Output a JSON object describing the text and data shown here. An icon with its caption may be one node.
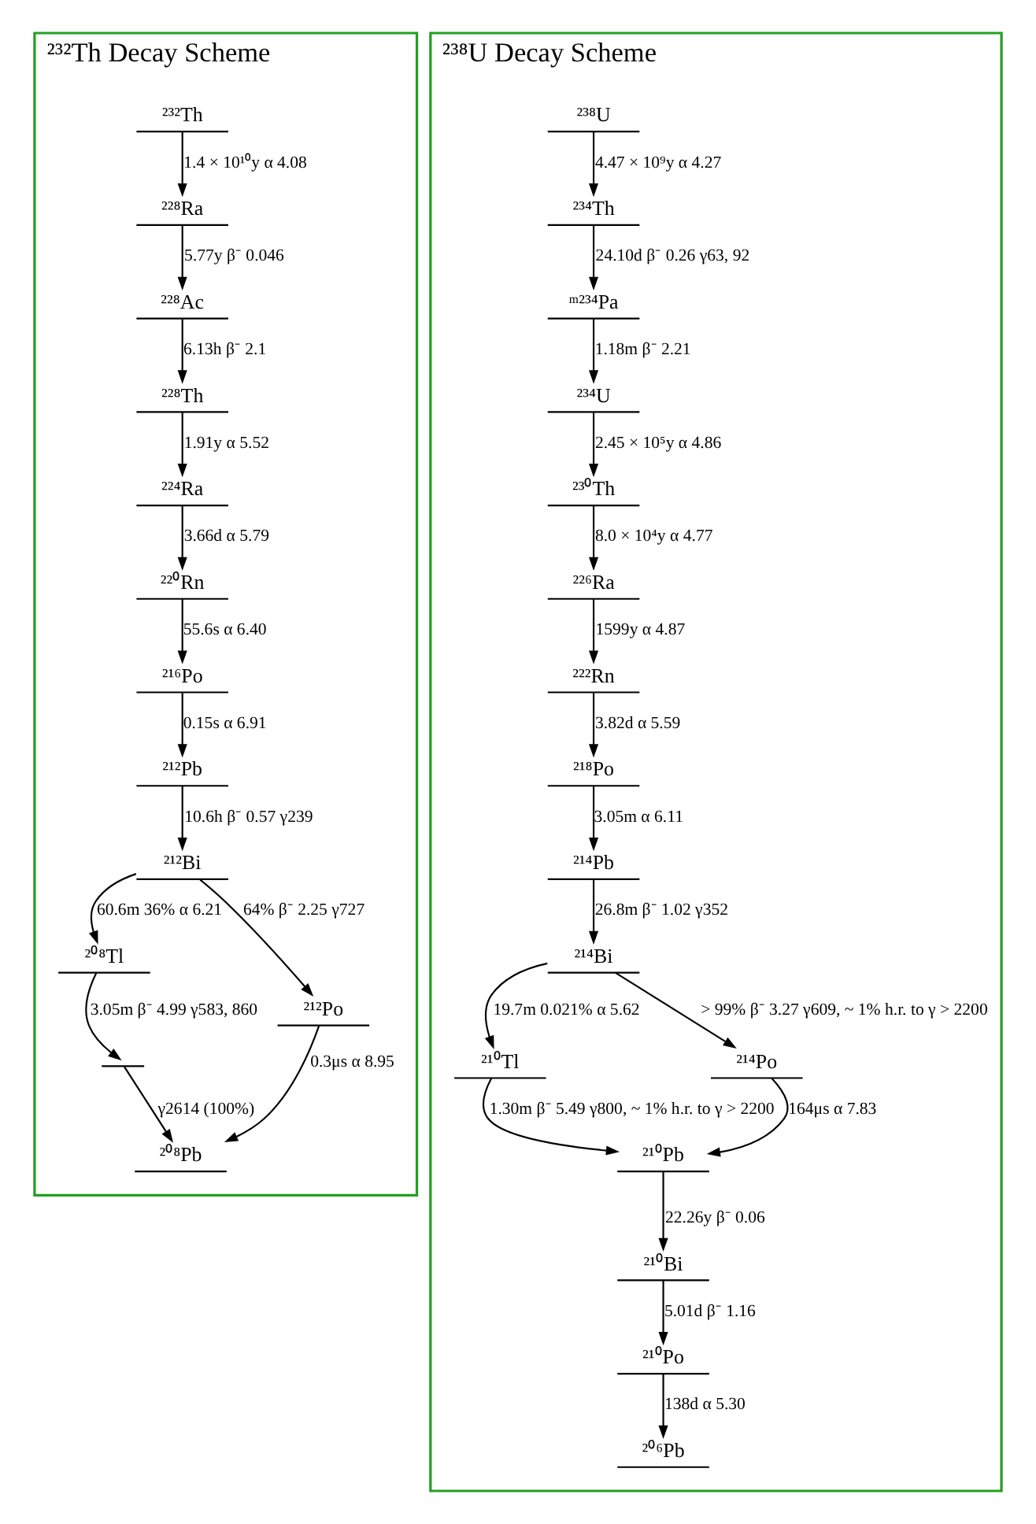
{
  "diagram": {
    "nodes": [
      {
        "text": [
          "²³²Th Decay Scheme"
        ]
      },
      {
        "text": [
          "²³²Th"
        ],
        "in": 0
      },
      {
        "text": [
          "²²⁸Ra"
        ],
        "in": 0
      },
      {
        "text": [
          "²²⁸Ac"
        ],
        "in": 0
      },
      {
        "text": [
          "²²⁸Th"
        ],
        "in": 0
      },
      {
        "text": [
          "²²⁴Ra"
        ],
        "in": 0
      },
      {
        "text": [
          "²²⁰Rn"
        ],
        "in": 0
      },
      {
        "text": [
          "²¹⁶Po"
        ],
        "in": 0
      },
      {
        "text": [
          "²¹²Pb"
        ],
        "in": 0
      },
      {
        "text": [
          "²¹²Bi"
        ],
        "in": 0
      },
      {
        "text": [
          "²⁰⁸Tl"
        ],
        "in": 0
      },
      {
        "text": [
          "²¹²Po"
        ],
        "in": 0
      },
      {
        "text": [],
        "shape": "bar",
        "in": 0
      },
      {
        "text": [
          "²⁰⁸Pb"
        ],
        "in": 0
      },
      {
        "text": [
          "²³⁸U Decay Scheme"
        ]
      },
      {
        "text": [
          "²³⁸U"
        ],
        "in": 14
      },
      {
        "text": [
          "²³⁴Th"
        ],
        "in": 14
      },
      {
        "text": [
          "ᵐ²³⁴Pa"
        ],
        "in": 14
      },
      {
        "text": [
          "²³⁴U"
        ],
        "in": 14
      },
      {
        "text": [
          "²³⁰Th"
        ],
        "in": 14
      },
      {
        "text": [
          "²²⁶Ra"
        ],
        "in": 14
      },
      {
        "text": [
          "²²²Rn"
        ],
        "in": 14
      },
      {
        "text": [
          "²¹⁸Po"
        ],
        "in": 14
      },
      {
        "text": [
          "²¹⁴Pb"
        ],
        "in": 14
      },
      {
        "text": [
          "²¹⁴Bi"
        ],
        "in": 14
      },
      {
        "text": [
          "²¹⁰Tl"
        ],
        "in": 14
      },
      {
        "text": [
          "²¹⁴Po"
        ],
        "in": 14
      },
      {
        "text": [
          "²¹⁰Pb"
        ],
        "in": 14
      },
      {
        "text": [
          "²¹⁰Bi"
        ],
        "in": 14
      },
      {
        "text": [
          "²¹⁰Po"
        ],
        "in": 14
      },
      {
        "text": [
          "²⁰⁶Pb"
        ],
        "in": 14
      }
    ],
    "edges": [
      {
        "from": 1,
        "to": 2,
        "arrow": "to",
        "label": "1.4 × 10¹⁰y α 4.08"
      },
      {
        "from": 2,
        "to": 3,
        "arrow": "to",
        "label": "5.77y β⁻ 0.046"
      },
      {
        "from": 3,
        "to": 4,
        "arrow": "to",
        "label": "6.13h β⁻ 2.1"
      },
      {
        "from": 4,
        "to": 5,
        "arrow": "to",
        "label": "1.91y α 5.52"
      },
      {
        "from": 5,
        "to": 6,
        "arrow": "to",
        "label": "3.66d α 5.79"
      },
      {
        "from": 6,
        "to": 7,
        "arrow": "to",
        "label": "55.6s α 6.40"
      },
      {
        "from": 7,
        "to": 8,
        "arrow": "to",
        "label": "0.15s α 6.91"
      },
      {
        "from": 8,
        "to": 9,
        "arrow": "to",
        "label": "10.6h β⁻ 0.57 γ239"
      },
      {
        "from": 9,
        "to": 10,
        "arrow": "to",
        "label": "60.6m 36% α 6.21"
      },
      {
        "from": 9,
        "to": 11,
        "arrow": "to",
        "label": "64% β⁻ 2.25 γ727"
      },
      {
        "from": 10,
        "to": 12,
        "arrow": "to",
        "label": "3.05m β⁻ 4.99 γ583, 860"
      },
      {
        "from": 12,
        "to": 13,
        "arrow": "to",
        "label": "γ2614 (100%)"
      },
      {
        "from": 11,
        "to": 13,
        "arrow": "to",
        "label": "0.3μs α 8.95"
      },
      {
        "from": 15,
        "to": 16,
        "arrow": "to",
        "label": "4.47 × 10⁹y α 4.27"
      },
      {
        "from": 16,
        "to": 17,
        "arrow": "to",
        "label": "24.10d β⁻ 0.26 γ63, 92"
      },
      {
        "from": 17,
        "to": 18,
        "arrow": "to",
        "label": "1.18m β⁻ 2.21"
      },
      {
        "from": 18,
        "to": 19,
        "arrow": "to",
        "label": "2.45 × 10⁵y α 4.86"
      },
      {
        "from": 19,
        "to": 20,
        "arrow": "to",
        "label": "8.0 × 10⁴y α 4.77"
      },
      {
        "from": 20,
        "to": 21,
        "arrow": "to",
        "label": "1599y α 4.87"
      },
      {
        "from": 21,
        "to": 22,
        "arrow": "to",
        "label": "3.82d α 5.59"
      },
      {
        "from": 22,
        "to": 23,
        "arrow": "to",
        "label": "3.05m α 6.11"
      },
      {
        "from": 23,
        "to": 24,
        "arrow": "to",
        "label": "26.8m β⁻ 1.02 γ352"
      },
      {
        "from": 24,
        "to": 25,
        "arrow": "to",
        "label": "19.7m 0.021% α 5.62"
      },
      {
        "from": 24,
        "to": 26,
        "arrow": "to",
        "label": "> 99% β⁻ 3.27 γ609, ~ 1% h.r. to γ > 2200"
      },
      {
        "from": 25,
        "to": 27,
        "arrow": "to",
        "label": "1.30m β⁻ 5.49 γ800, ~ 1% h.r. to γ > 2200"
      },
      {
        "from": 26,
        "to": 27,
        "arrow": "to",
        "label": "164μs α 7.83"
      },
      {
        "from": 27,
        "to": 28,
        "arrow": "to",
        "label": "22.26y β⁻ 0.06"
      },
      {
        "from": 28,
        "to": 29,
        "arrow": "to",
        "label": "5.01d β⁻ 1.16"
      },
      {
        "from": 29,
        "to": 30,
        "arrow": "to",
        "label": "138d α 5.30"
      }
    ]
  }
}
